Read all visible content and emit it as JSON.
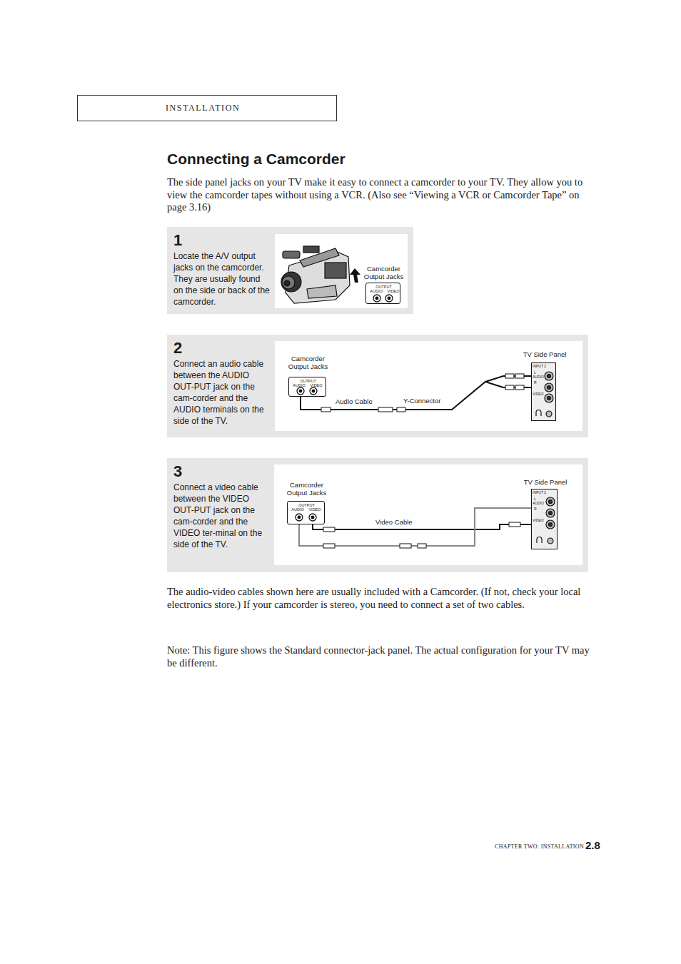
{
  "diagram": {
    "title": "Connecting a Camcorder",
    "nodes": [
      {
        "text": [
          "INSTALLATION"
        ]
      },
      {
        "text": [
          "1",
          "Locate the A/V output jacks on the camcorder. They are usually found on the side or back of the camcorder."
        ]
      },
      {
        "text": [
          "Camcorder Output Jacks",
          "OUTPUT",
          "AUDIO",
          "VIDEO"
        ],
        "in": 1
      },
      {
        "text": [
          "2",
          "Connect an audio cable between the AUDIO OUT-PUT jack on the cam-corder and the AUDIO terminals on the side of the TV."
        ]
      },
      {
        "text": [
          "Camcorder Output Jacks",
          "OUTPUT",
          "AUDIO",
          "VIDEO"
        ],
        "in": 3
      },
      {
        "text": [
          "TV Side Panel",
          "INPUT 2",
          "L",
          "AUDIO",
          "R",
          "VIDEO"
        ],
        "in": 3
      },
      {
        "text": [
          "3",
          "Connect a video cable between the VIDEO OUT-PUT jack on the cam-corder and the VIDEO ter-minal on the side of the TV."
        ]
      },
      {
        "text": [
          "Camcorder Output Jacks",
          "OUTPUT",
          "AUDIO",
          "VIDEO"
        ],
        "in": 6
      },
      {
        "text": [
          "TV Side Panel",
          "INPUT 2",
          "L",
          "AUDIO",
          "R",
          "VIDEO"
        ],
        "in": 6
      }
    ],
    "edges": [
      {
        "from": 4,
        "to": 5,
        "label": "Audio Cable",
        "arrow": "none"
      },
      {
        "from": 7,
        "to": 8,
        "label": "Video Cable",
        "arrow": "none"
      }
    ],
    "labels": [
      "The side panel jacks on your TV make it easy to connect a camcorder to your TV. They allow you to view the camcorder tapes without using a VCR. (Also see “Viewing a VCR or Camcorder Tape” on page 3.16)",
      "Y-Connector",
      "The audio-video cables shown here are usually included with a Camcorder. (If not, check your local electronics store.) If your camcorder is stereo, you need to connect a set of two cables.",
      "Note: This figure shows the Standard connector-jack panel. The actual configuration for your TV may be different.",
      "CHAPTER TWO: INSTALLATION",
      "2.8"
    ]
  }
}
